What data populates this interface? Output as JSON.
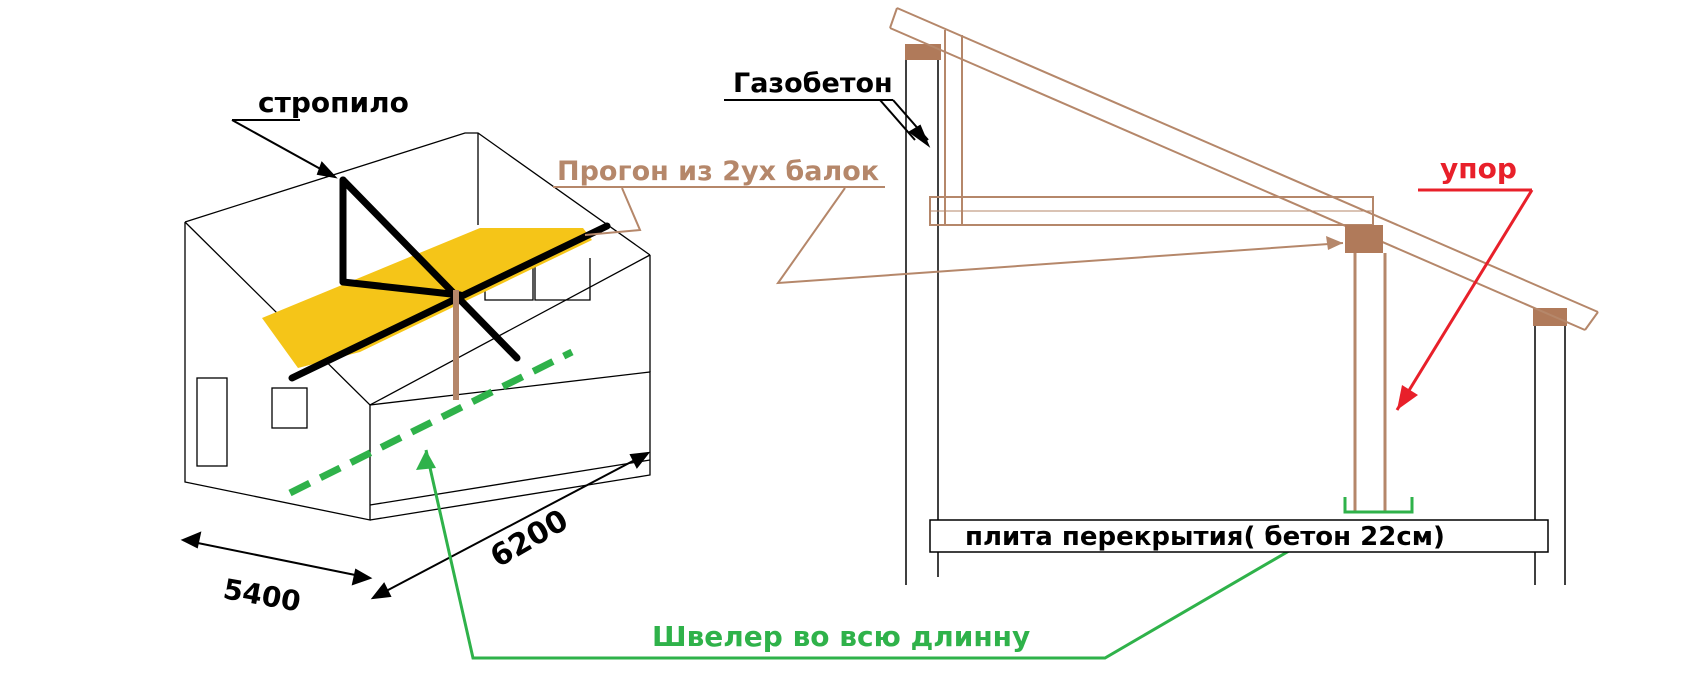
{
  "labels": {
    "rafter": "стропило",
    "purlin": "Прогон из 2ух балок",
    "aerated_concrete": "Газобетон",
    "support": "упор",
    "floor_slab": "плита перекрытия( бетон 22см)",
    "channel": "Швелер во всю длинну",
    "dim_width": "5400",
    "dim_length": "6200"
  },
  "colors": {
    "outline": "#000000",
    "wood": "#b5876a",
    "purlin_fill": "#f5c518",
    "channel": "#2fb24a",
    "support_arrow": "#e8202a",
    "wall_cap": "#b07a5a"
  }
}
